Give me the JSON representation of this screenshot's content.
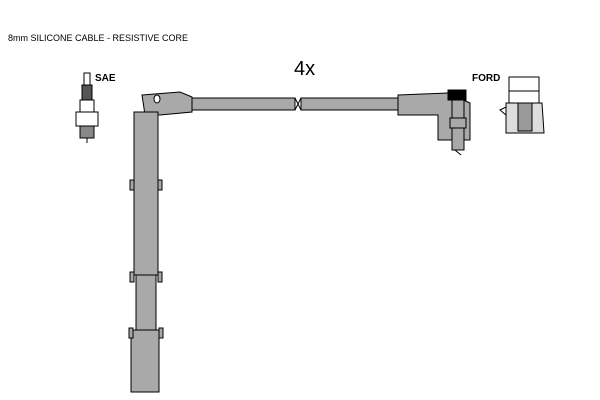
{
  "title": "8mm SILICONE CABLE - RESISTIVE CORE",
  "quantity": "4x",
  "left_label": "SAE",
  "right_label": "FORD",
  "colors": {
    "part_fill": "#a9a9a9",
    "outline": "#000000"
  }
}
